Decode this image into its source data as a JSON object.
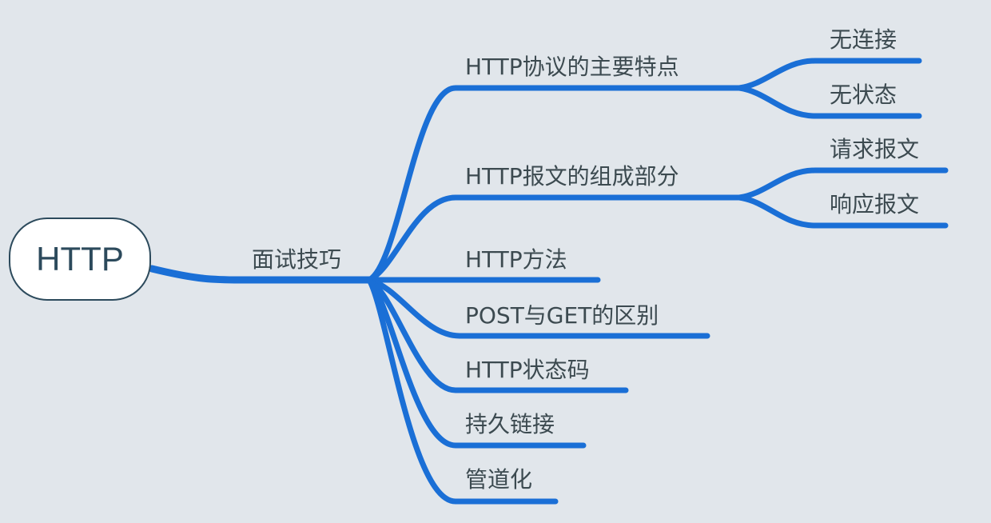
{
  "root": {
    "label": "HTTP"
  },
  "main_branch": {
    "label": "面试技巧"
  },
  "topics": [
    {
      "label": "HTTP协议的主要特点",
      "children": [
        "无连接",
        "无状态"
      ]
    },
    {
      "label": "HTTP报文的组成部分",
      "children": [
        "请求报文",
        "响应报文"
      ]
    },
    {
      "label": "HTTP方法",
      "children": []
    },
    {
      "label": "POST与GET的区别",
      "children": []
    },
    {
      "label": "HTTP状态码",
      "children": []
    },
    {
      "label": "持久链接",
      "children": []
    },
    {
      "label": "管道化",
      "children": []
    }
  ],
  "colors": {
    "branch": "#1a6fd6",
    "background": "#e1e6eb",
    "root_border": "#2c4a5c",
    "text": "#3c4a50"
  }
}
